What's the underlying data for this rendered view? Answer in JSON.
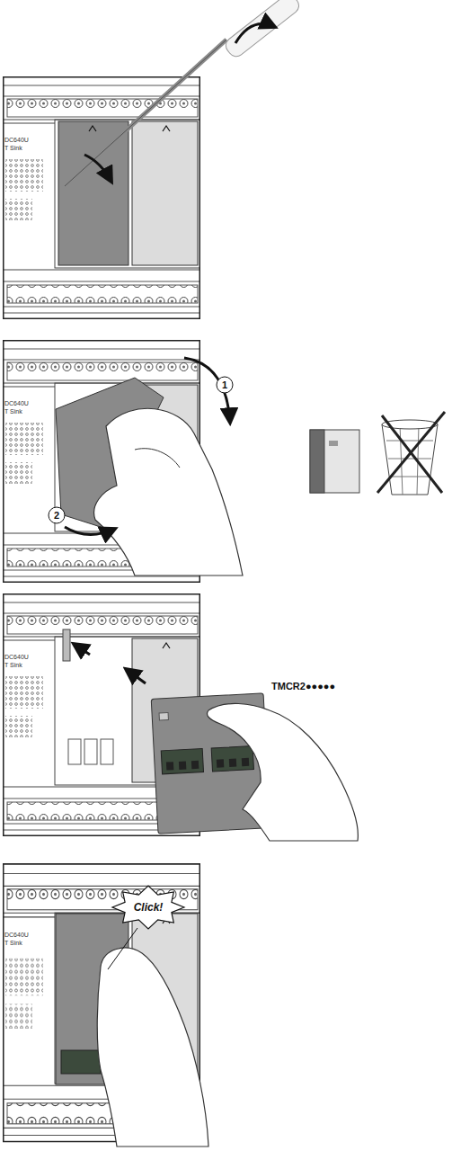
{
  "diagram": {
    "labels": [
      "DC640U",
      "T Sink",
      "1",
      "DC640U",
      "T Sink",
      "2",
      "DC640U",
      "T Sink",
      "TMCR2●●●●●",
      "Click!",
      "DC640U",
      "T Sink"
    ]
  }
}
